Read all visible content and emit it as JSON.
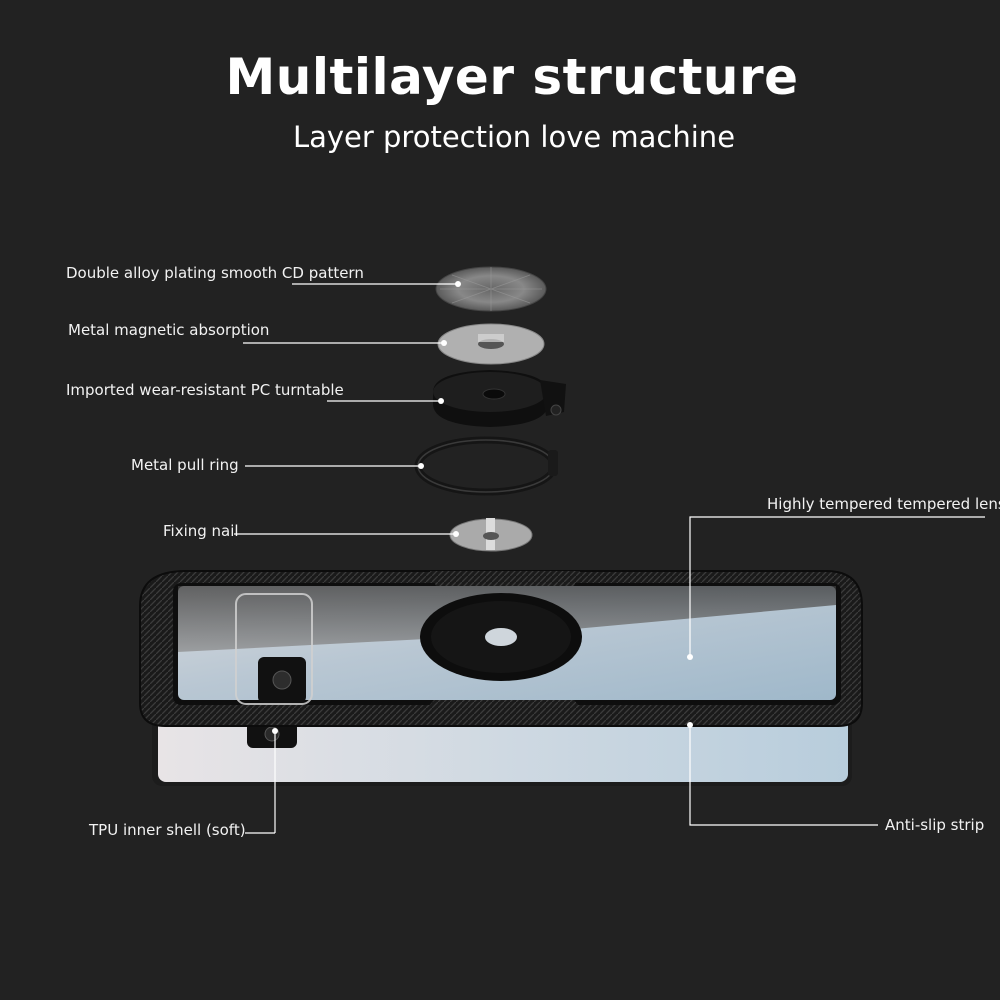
{
  "header": {
    "title": "Multilayer structure",
    "subtitle": "Layer protection love machine"
  },
  "labels": {
    "cd_pattern": "Double alloy plating smooth CD pattern",
    "magnetic": "Metal magnetic absorption",
    "turntable": "Imported wear-resistant PC turntable",
    "pull_ring": "Metal pull ring",
    "fixing_nail": "Fixing nail",
    "tempered_lens": "Highly tempered tempered lens",
    "tpu_shell": "TPU inner shell (soft)",
    "anti_slip": "Anti-slip strip"
  },
  "colors": {
    "background": "#222222",
    "text": "#ffffff",
    "case_frame": "#111111",
    "lens": "#a9bccb"
  }
}
